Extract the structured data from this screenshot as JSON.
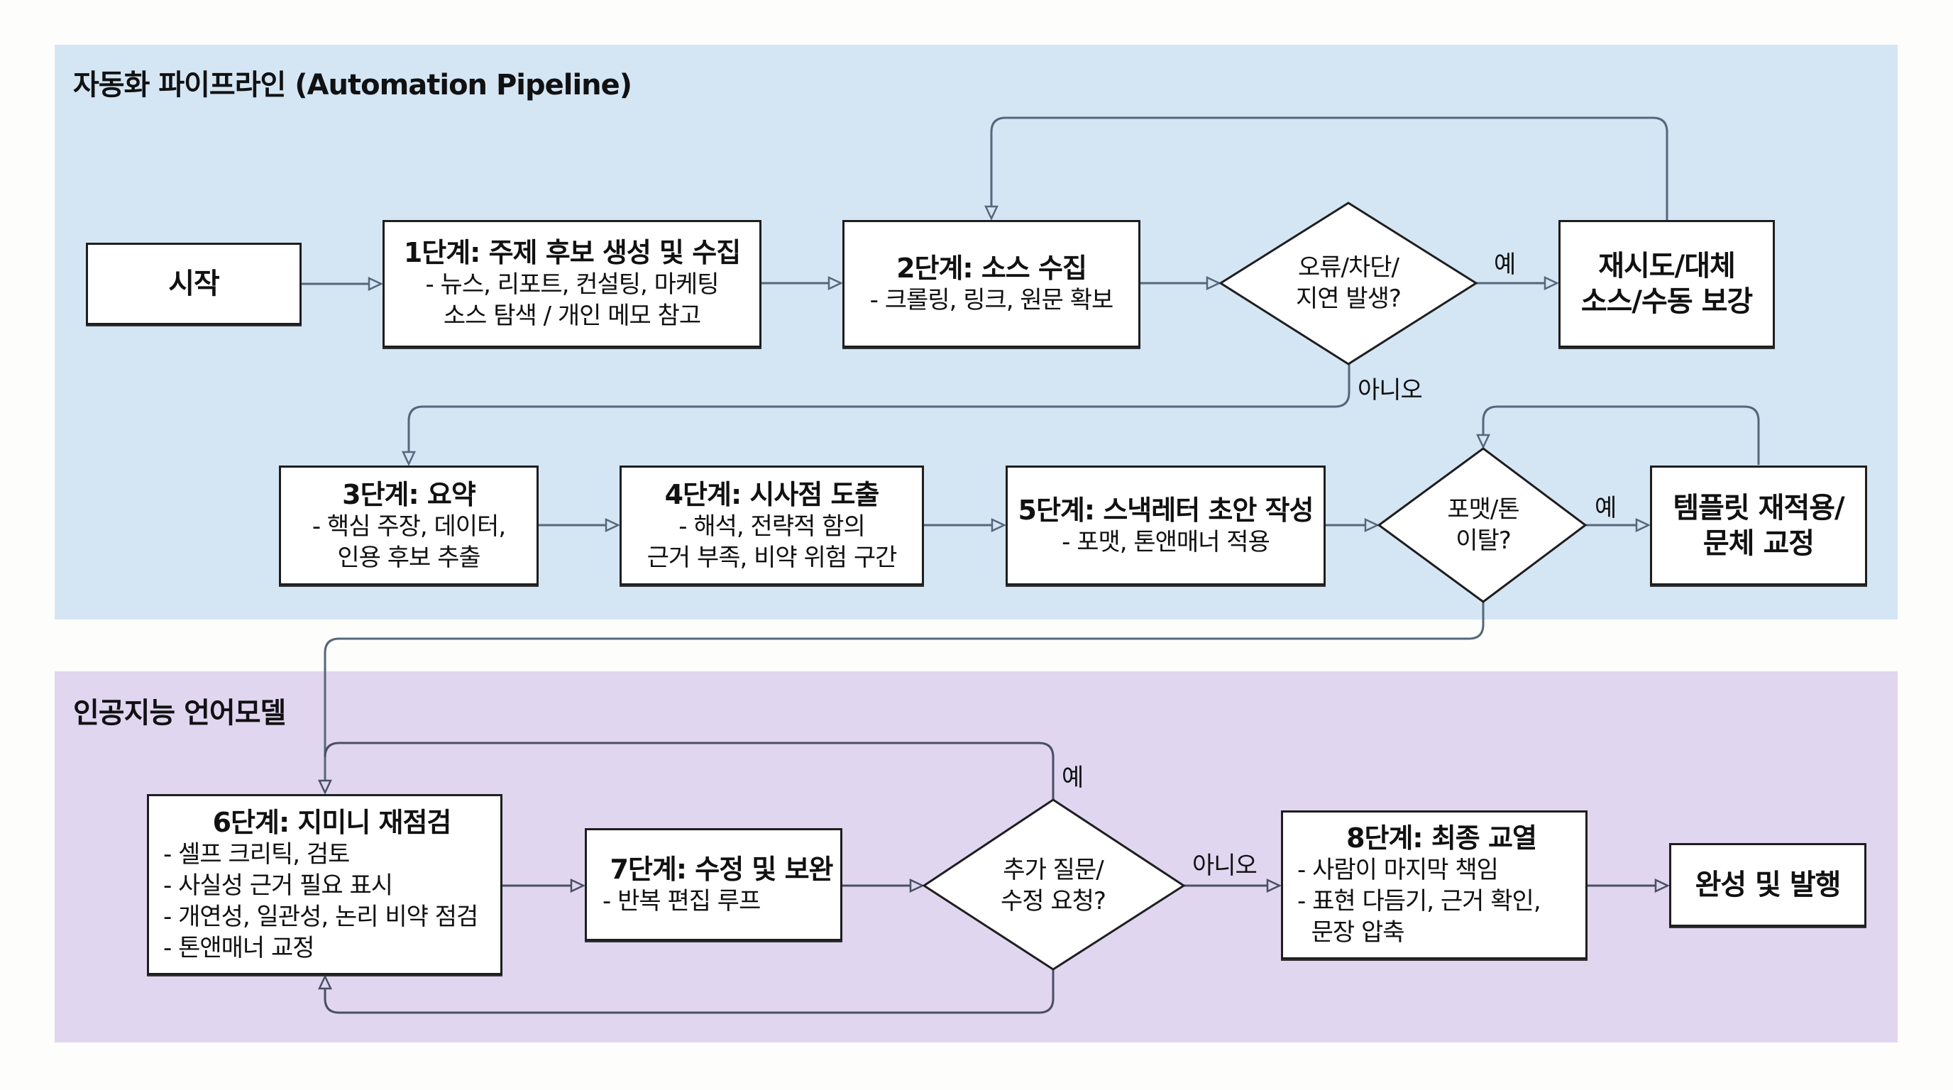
{
  "panels": {
    "automation": {
      "title": "자동화 파이프라인 (Automation Pipeline)",
      "color": "#d4e6f4"
    },
    "llm": {
      "title": "인공지능 언어모델",
      "color": "#e0d6f0"
    }
  },
  "nodes": {
    "start": {
      "title": "시작"
    },
    "step1": {
      "title": "1단계: 주제 후보 생성 및 수집",
      "lines": [
        "- 뉴스, 리포트, 컨설팅, 마케팅",
        "소스 탐색 / 개인 메모 참고"
      ]
    },
    "step2": {
      "title": "2단계: 소스 수집",
      "lines": [
        "- 크롤링, 링크, 원문 확보"
      ]
    },
    "decision1": {
      "lines": [
        "오류/차단/",
        "지연 발생?"
      ]
    },
    "retry": {
      "lines": [
        "재시도/대체",
        "소스/수동 보강"
      ]
    },
    "step3": {
      "title": "3단계: 요약",
      "lines": [
        "- 핵심 주장, 데이터,",
        "인용 후보 추출"
      ]
    },
    "step4": {
      "title": "4단계: 시사점 도출",
      "lines": [
        "- 해석, 전략적 함의",
        "근거 부족, 비약 위험 구간"
      ]
    },
    "step5": {
      "title": "5단계: 스낵레터 초안 작성",
      "lines": [
        "- 포맷, 톤앤매너 적용"
      ]
    },
    "decision2": {
      "lines": [
        "포맷/톤",
        "이탈?"
      ]
    },
    "template": {
      "lines": [
        "템플릿 재적용/",
        "문체 교정"
      ]
    },
    "step6": {
      "title": "6단계: 지미니 재점검",
      "lines": [
        "- 셀프 크리틱, 검토",
        "- 사실성 근거 필요 표시",
        "- 개연성, 일관성, 논리 비약 점검",
        "- 톤앤매너 교정"
      ]
    },
    "step7": {
      "title": "7단계: 수정 및 보완",
      "lines": [
        "- 반복 편집 루프"
      ]
    },
    "decision3": {
      "lines": [
        "추가 질문/",
        "수정 요청?"
      ]
    },
    "step8": {
      "title": "8단계: 최종 교열",
      "lines": [
        "- 사람이 마지막 책임",
        "- 표현 다듬기, 근거 확인,",
        "  문장 압축"
      ]
    },
    "finish": {
      "title": "완성 및 발행"
    }
  },
  "edge_labels": {
    "d1_yes": "예",
    "d1_no": "아니오",
    "d2_yes": "예",
    "d3_yes": "예",
    "d3_no": "아니오"
  },
  "colors": {
    "wire_blue": "#55677b",
    "wire_purple": "#4a4f66",
    "node_border": "#1e1e1e"
  }
}
